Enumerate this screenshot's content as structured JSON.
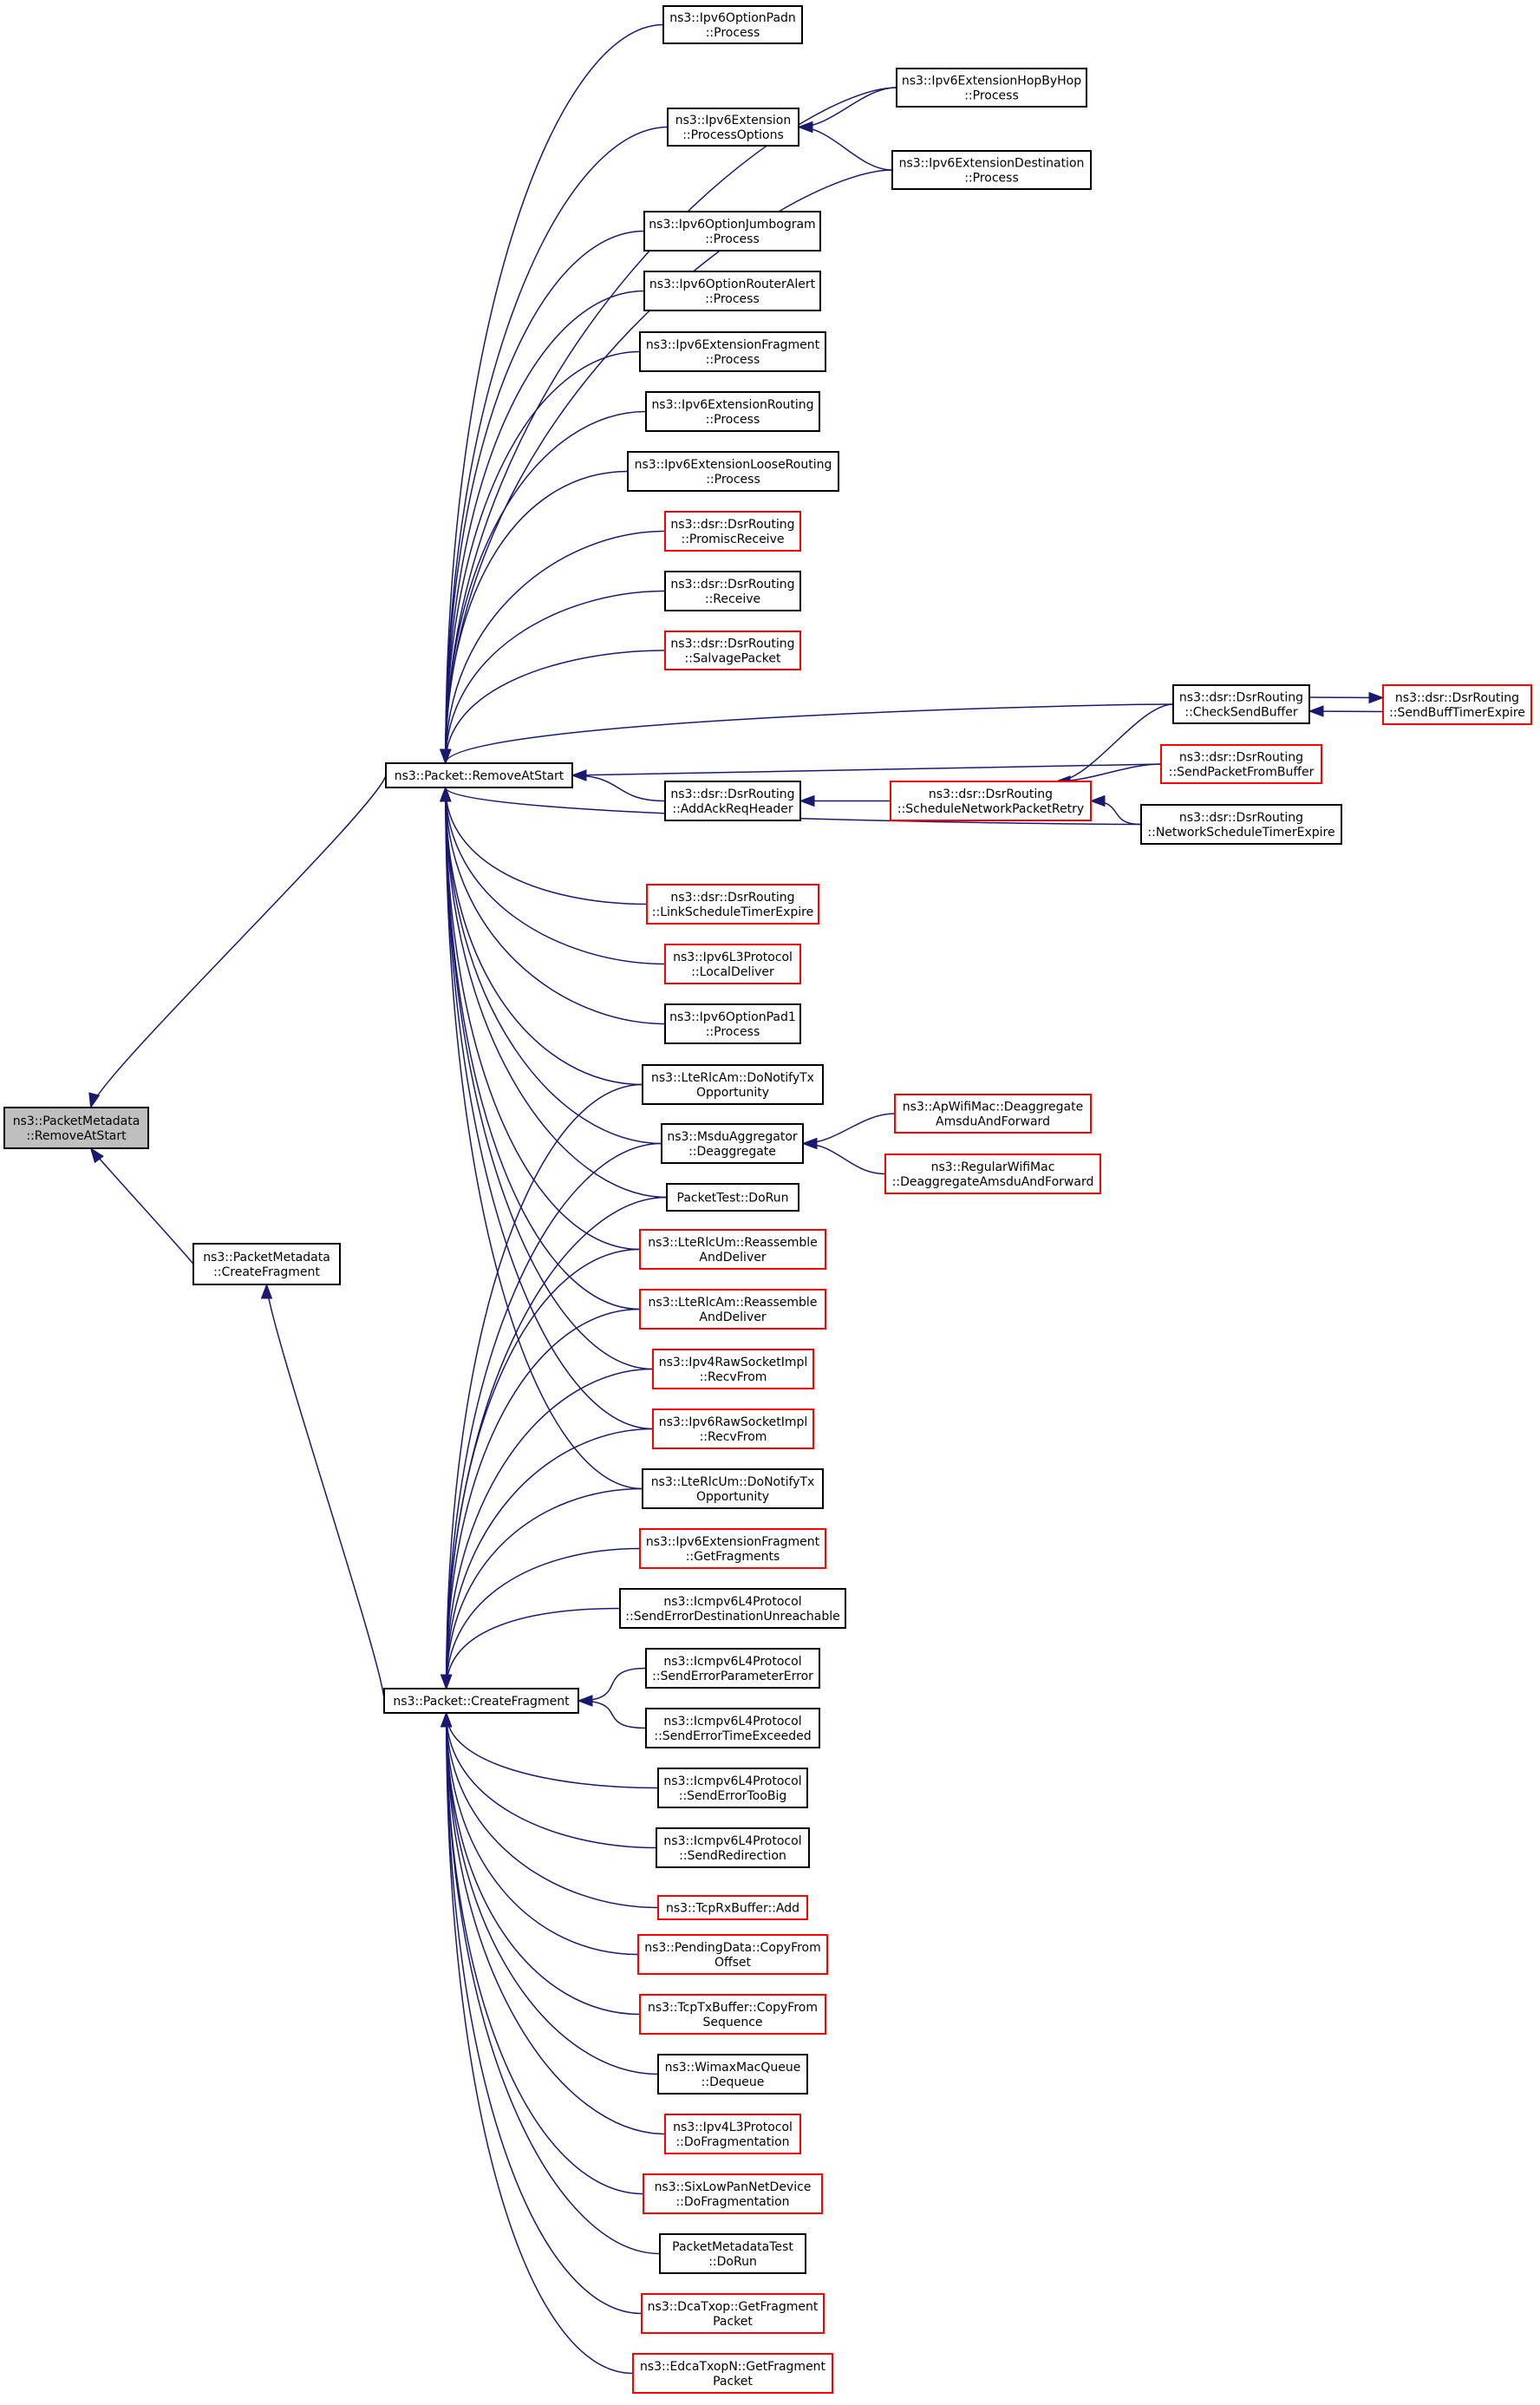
{
  "graph": {
    "colors": {
      "edge": "#191970",
      "red_border": "#ff0000",
      "black_border": "#000000",
      "root_fill": "#bfbfbf"
    },
    "nodes": [
      {
        "id": "root",
        "lines": [
          "ns3::PacketMetadata",
          "::RemoveAtStart"
        ],
        "style": "root"
      },
      {
        "id": "pm_cf",
        "lines": [
          "ns3::PacketMetadata",
          "::CreateFragment"
        ],
        "style": "black"
      },
      {
        "id": "p_ras",
        "lines": [
          "ns3::Packet::RemoveAtStart"
        ],
        "style": "black"
      },
      {
        "id": "p_cf",
        "lines": [
          "ns3::Packet::CreateFragment"
        ],
        "style": "black"
      },
      {
        "id": "padn",
        "lines": [
          "ns3::Ipv6OptionPadn",
          "::Process"
        ],
        "style": "black"
      },
      {
        "id": "hbh",
        "lines": [
          "ns3::Ipv6ExtensionHopByHop",
          "::Process"
        ],
        "style": "black"
      },
      {
        "id": "procopt",
        "lines": [
          "ns3::Ipv6Extension",
          "::ProcessOptions"
        ],
        "style": "black"
      },
      {
        "id": "dest",
        "lines": [
          "ns3::Ipv6ExtensionDestination",
          "::Process"
        ],
        "style": "black"
      },
      {
        "id": "jumbo",
        "lines": [
          "ns3::Ipv6OptionJumbogram",
          "::Process"
        ],
        "style": "black"
      },
      {
        "id": "ralert",
        "lines": [
          "ns3::Ipv6OptionRouterAlert",
          "::Process"
        ],
        "style": "black"
      },
      {
        "id": "frag",
        "lines": [
          "ns3::Ipv6ExtensionFragment",
          "::Process"
        ],
        "style": "black"
      },
      {
        "id": "routing",
        "lines": [
          "ns3::Ipv6ExtensionRouting",
          "::Process"
        ],
        "style": "black"
      },
      {
        "id": "loose",
        "lines": [
          "ns3::Ipv6ExtensionLooseRouting",
          "::Process"
        ],
        "style": "black"
      },
      {
        "id": "promisc",
        "lines": [
          "ns3::dsr::DsrRouting",
          "::PromiscReceive"
        ],
        "style": "red"
      },
      {
        "id": "receive",
        "lines": [
          "ns3::dsr::DsrRouting",
          "::Receive"
        ],
        "style": "black"
      },
      {
        "id": "salvage",
        "lines": [
          "ns3::dsr::DsrRouting",
          "::SalvagePacket"
        ],
        "style": "red"
      },
      {
        "id": "checksend",
        "lines": [
          "ns3::dsr::DsrRouting",
          "::CheckSendBuffer"
        ],
        "style": "black"
      },
      {
        "id": "sendbuff",
        "lines": [
          "ns3::dsr::DsrRouting",
          "::SendBuffTimerExpire"
        ],
        "style": "red"
      },
      {
        "id": "sendpkt",
        "lines": [
          "ns3::dsr::DsrRouting",
          "::SendPacketFromBuffer"
        ],
        "style": "red"
      },
      {
        "id": "addack",
        "lines": [
          "ns3::dsr::DsrRouting",
          "::AddAckReqHeader"
        ],
        "style": "black"
      },
      {
        "id": "schedretry",
        "lines": [
          "ns3::dsr::DsrRouting",
          "::ScheduleNetworkPacketRetry"
        ],
        "style": "red"
      },
      {
        "id": "netsched",
        "lines": [
          "ns3::dsr::DsrRouting",
          "::NetworkScheduleTimerExpire"
        ],
        "style": "black"
      },
      {
        "id": "linksched",
        "lines": [
          "ns3::dsr::DsrRouting",
          "::LinkScheduleTimerExpire"
        ],
        "style": "red"
      },
      {
        "id": "localdeliver",
        "lines": [
          "ns3::Ipv6L3Protocol",
          "::LocalDeliver"
        ],
        "style": "red"
      },
      {
        "id": "pad1",
        "lines": [
          "ns3::Ipv6OptionPad1",
          "::Process"
        ],
        "style": "black"
      },
      {
        "id": "amnotify",
        "lines": [
          "ns3::LteRlcAm::DoNotifyTx",
          "Opportunity"
        ],
        "style": "black"
      },
      {
        "id": "msdu",
        "lines": [
          "ns3::MsduAggregator",
          "::Deaggregate"
        ],
        "style": "black"
      },
      {
        "id": "apwifi",
        "lines": [
          "ns3::ApWifiMac::Deaggregate",
          "AmsduAndForward"
        ],
        "style": "red"
      },
      {
        "id": "regwifi",
        "lines": [
          "ns3::RegularWifiMac",
          "::DeaggregateAmsduAndForward"
        ],
        "style": "red"
      },
      {
        "id": "pkttest",
        "lines": [
          "PacketTest::DoRun"
        ],
        "style": "black"
      },
      {
        "id": "umreasm",
        "lines": [
          "ns3::LteRlcUm::Reassemble",
          "AndDeliver"
        ],
        "style": "red"
      },
      {
        "id": "amreasm",
        "lines": [
          "ns3::LteRlcAm::Reassemble",
          "AndDeliver"
        ],
        "style": "red"
      },
      {
        "id": "v4raw",
        "lines": [
          "ns3::Ipv4RawSocketImpl",
          "::RecvFrom"
        ],
        "style": "red"
      },
      {
        "id": "v6raw",
        "lines": [
          "ns3::Ipv6RawSocketImpl",
          "::RecvFrom"
        ],
        "style": "red"
      },
      {
        "id": "umnotify",
        "lines": [
          "ns3::LteRlcUm::DoNotifyTx",
          "Opportunity"
        ],
        "style": "black"
      },
      {
        "id": "getfrags",
        "lines": [
          "ns3::Ipv6ExtensionFragment",
          "::GetFragments"
        ],
        "style": "red"
      },
      {
        "id": "errdest",
        "lines": [
          "ns3::Icmpv6L4Protocol",
          "::SendErrorDestinationUnreachable"
        ],
        "style": "black"
      },
      {
        "id": "errparam",
        "lines": [
          "ns3::Icmpv6L4Protocol",
          "::SendErrorParameterError"
        ],
        "style": "black"
      },
      {
        "id": "errtime",
        "lines": [
          "ns3::Icmpv6L4Protocol",
          "::SendErrorTimeExceeded"
        ],
        "style": "black"
      },
      {
        "id": "errbig",
        "lines": [
          "ns3::Icmpv6L4Protocol",
          "::SendErrorTooBig"
        ],
        "style": "black"
      },
      {
        "id": "redirect",
        "lines": [
          "ns3::Icmpv6L4Protocol",
          "::SendRedirection"
        ],
        "style": "black"
      },
      {
        "id": "tcprx",
        "lines": [
          "ns3::TcpRxBuffer::Add"
        ],
        "style": "red"
      },
      {
        "id": "pending",
        "lines": [
          "ns3::PendingData::CopyFrom",
          "Offset"
        ],
        "style": "red"
      },
      {
        "id": "tcptx",
        "lines": [
          "ns3::TcpTxBuffer::CopyFrom",
          "Sequence"
        ],
        "style": "red"
      },
      {
        "id": "wimax",
        "lines": [
          "ns3::WimaxMacQueue",
          "::Dequeue"
        ],
        "style": "black"
      },
      {
        "id": "v4frag",
        "lines": [
          "ns3::Ipv4L3Protocol",
          "::DoFragmentation"
        ],
        "style": "red"
      },
      {
        "id": "sixlow",
        "lines": [
          "ns3::SixLowPanNetDevice",
          "::DoFragmentation"
        ],
        "style": "red"
      },
      {
        "id": "pmtest",
        "lines": [
          "PacketMetadataTest",
          "::DoRun"
        ],
        "style": "black"
      },
      {
        "id": "dca",
        "lines": [
          "ns3::DcaTxop::GetFragment",
          "Packet"
        ],
        "style": "red"
      },
      {
        "id": "edca",
        "lines": [
          "ns3::EdcaTxopN::GetFragment",
          "Packet"
        ],
        "style": "red"
      }
    ],
    "edges": [
      [
        "pm_cf",
        "root"
      ],
      [
        "p_ras",
        "root"
      ],
      [
        "p_cf",
        "pm_cf"
      ],
      [
        "padn",
        "p_ras"
      ],
      [
        "hbh",
        "p_ras"
      ],
      [
        "procopt",
        "p_ras"
      ],
      [
        "dest",
        "p_ras"
      ],
      [
        "jumbo",
        "p_ras"
      ],
      [
        "ralert",
        "p_ras"
      ],
      [
        "frag",
        "p_ras"
      ],
      [
        "routing",
        "p_ras"
      ],
      [
        "loose",
        "p_ras"
      ],
      [
        "promisc",
        "p_ras"
      ],
      [
        "receive",
        "p_ras"
      ],
      [
        "salvage",
        "p_ras"
      ],
      [
        "checksend",
        "p_ras"
      ],
      [
        "sendpkt",
        "p_ras"
      ],
      [
        "addack",
        "p_ras"
      ],
      [
        "netsched",
        "p_ras"
      ],
      [
        "linksched",
        "p_ras"
      ],
      [
        "localdeliver",
        "p_ras"
      ],
      [
        "pad1",
        "p_ras"
      ],
      [
        "amnotify",
        "p_ras"
      ],
      [
        "msdu",
        "p_ras"
      ],
      [
        "pkttest",
        "p_ras"
      ],
      [
        "umreasm",
        "p_ras"
      ],
      [
        "amreasm",
        "p_ras"
      ],
      [
        "v4raw",
        "p_ras"
      ],
      [
        "v6raw",
        "p_ras"
      ],
      [
        "umnotify",
        "p_ras"
      ],
      [
        "hbh",
        "procopt"
      ],
      [
        "dest",
        "procopt"
      ],
      [
        "schedretry",
        "addack"
      ],
      [
        "checksend",
        "schedretry"
      ],
      [
        "sendpkt",
        "schedretry"
      ],
      [
        "netsched",
        "schedretry"
      ],
      [
        "sendbuff",
        "checksend"
      ],
      [
        "checksend",
        "sendbuff"
      ],
      [
        "apwifi",
        "msdu"
      ],
      [
        "regwifi",
        "msdu"
      ],
      [
        "amnotify",
        "p_cf"
      ],
      [
        "msdu",
        "p_cf"
      ],
      [
        "pkttest",
        "p_cf"
      ],
      [
        "umreasm",
        "p_cf"
      ],
      [
        "amreasm",
        "p_cf"
      ],
      [
        "v4raw",
        "p_cf"
      ],
      [
        "v6raw",
        "p_cf"
      ],
      [
        "umnotify",
        "p_cf"
      ],
      [
        "getfrags",
        "p_cf"
      ],
      [
        "errdest",
        "p_cf"
      ],
      [
        "errparam",
        "p_cf"
      ],
      [
        "errtime",
        "p_cf"
      ],
      [
        "errbig",
        "p_cf"
      ],
      [
        "redirect",
        "p_cf"
      ],
      [
        "tcprx",
        "p_cf"
      ],
      [
        "pending",
        "p_cf"
      ],
      [
        "tcptx",
        "p_cf"
      ],
      [
        "wimax",
        "p_cf"
      ],
      [
        "v4frag",
        "p_cf"
      ],
      [
        "sixlow",
        "p_cf"
      ],
      [
        "pmtest",
        "p_cf"
      ],
      [
        "dca",
        "p_cf"
      ],
      [
        "edca",
        "p_cf"
      ]
    ]
  }
}
